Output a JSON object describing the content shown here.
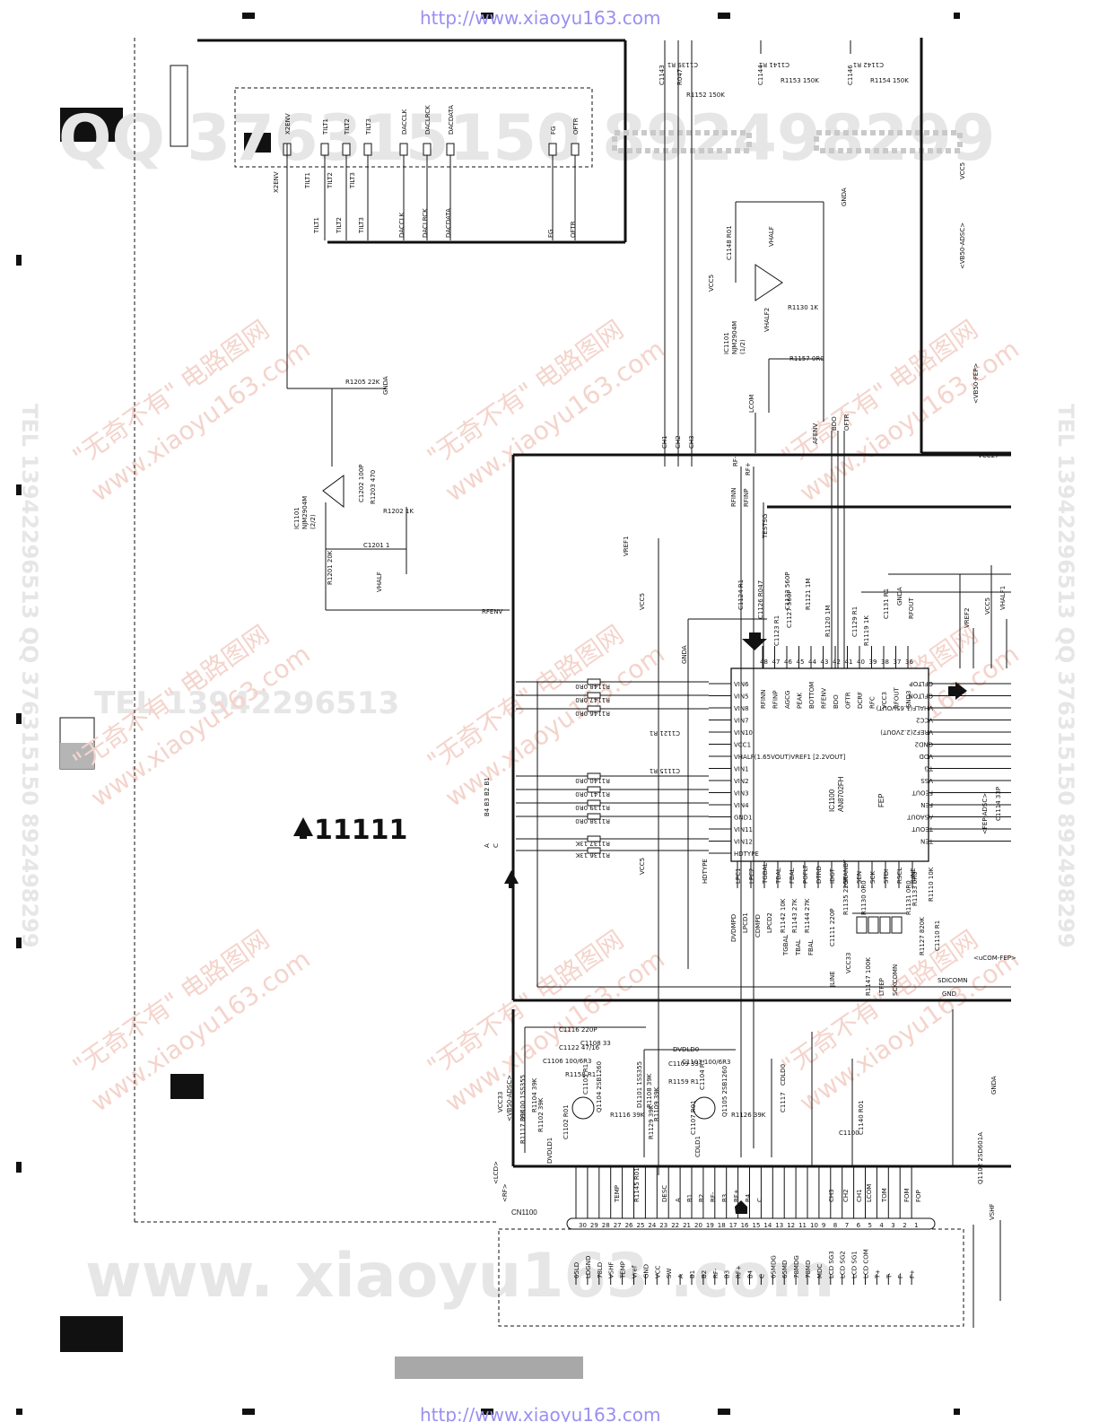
{
  "watermark_urls": {
    "top": "http://www.xiaoyu163.com",
    "bottom": "http://www.xiaoyu163.com"
  },
  "watermarks": {
    "qq_top": "QQ 376315150   892498299",
    "big_bottom": "www. xiaoyu163 .com",
    "tel_right": "TEL 13942296513  QQ 376315150  892498299",
    "tel_left": "TEL 13942296513",
    "tel_mid": "TEL 13942296513  QQ 376315150  892498299",
    "slogan": "\"无奇不有\" 电路图网",
    "site": "www.xiaoyu163.com"
  },
  "section_marker": "11111",
  "connector": {
    "ref": "CN1100",
    "pins": [
      "65LD",
      "LDGND",
      "78LD",
      "VSHF",
      "TEMP",
      "Vref",
      "GND",
      "VCC",
      "SW",
      "A",
      "B1",
      "B2",
      "RF-",
      "B3",
      "RF+",
      "B4",
      "C",
      "65MDG",
      "65MD",
      "78MDG",
      "78MD",
      "MDC",
      "LCD SG3",
      "LCD SG2",
      "LCD SG1",
      "LCD COM",
      "T+",
      "T-",
      "F-",
      "F+"
    ],
    "pin_numbers": [
      "30",
      "29",
      "28",
      "27",
      "26",
      "25",
      "24",
      "23",
      "22",
      "21",
      "20",
      "19",
      "18",
      "17",
      "16",
      "15",
      "14",
      "13",
      "12",
      "11",
      "10",
      "9",
      "8",
      "7",
      "6",
      "5",
      "4",
      "3",
      "2",
      "1"
    ],
    "top_labels": [
      "TEMP",
      "R1145 R01",
      "DESC",
      "A",
      "B1",
      "B2",
      "RF-",
      "B3",
      "RF+",
      "B4",
      "C",
      "CH3",
      "CH2",
      "CH1",
      "LCOM",
      "TOM",
      "FOM",
      "FOP"
    ]
  },
  "ic_main": {
    "ref": "IC1100",
    "part": "AN8702FH",
    "name": "FEP",
    "left_pins": [
      "VIN6",
      "VIN5",
      "VIN8",
      "VIN7",
      "VIN10",
      "VCC1",
      "VHALF(1.65VOUT)VREF1 [2.2VOUT]",
      "VIN1",
      "VIN2",
      "VIN3",
      "VIN4",
      "GND1",
      "VIN11",
      "VIN12",
      "HDTYPE"
    ],
    "top_pins": [
      "RFINN",
      "RFINP",
      "AGCG",
      "PEAK",
      "BOTTOM",
      "RFENV",
      "BDO",
      "OFTR",
      "DCRF",
      "RFC",
      "VCC3",
      "RFOUT",
      "GND3"
    ],
    "top_pin_numbers": [
      "48",
      "47",
      "46",
      "45",
      "44",
      "43",
      "42",
      "41",
      "40",
      "39",
      "38",
      "37",
      "36"
    ],
    "right_pins": [
      "OFLTOP",
      "OFLTON",
      "VHALF(1.65VOUT)",
      "VCC2",
      "VREF2(2.2VOUT)",
      "GND2",
      "VDD",
      "TG",
      "VSS",
      "FEOUT",
      "FEN",
      "ASAOUT",
      "TEOUT",
      "TEN"
    ],
    "bottom_pins": [
      "LPC1",
      "LPC2",
      "TGBAL",
      "TBAL",
      "FBAL",
      "POFLT",
      "DTRD",
      "IDGT",
      "STANBY",
      "SEN",
      "SCK",
      "STDI",
      "RSCL",
      "JLINE"
    ]
  },
  "ic_opamps": [
    {
      "ref": "IC1101",
      "part": "NJM2904M",
      "unit": "(1/2)"
    },
    {
      "ref": "IC1101",
      "part": "NJM2904M",
      "unit": "(2/2)"
    }
  ],
  "top_signal_block": {
    "labels": [
      "X2ENV",
      "TILT1",
      "TILT2",
      "TILT3",
      "DACCLK",
      "DACLRCK",
      "DACDATA",
      "FG",
      "OFTR"
    ],
    "lower_labels": [
      "X2ENV",
      "TILT1",
      "TILT2",
      "TILT3",
      "TILT1",
      "TILT2",
      "TILT3",
      "DACCLK",
      "DACLRCK",
      "DACDATA",
      "FG",
      "OFTR"
    ]
  },
  "component_labels": [
    "R1205 22K",
    "GNDA",
    "C1202 100P",
    "R1203 470",
    "R1202 1K",
    "C1201 1",
    "R1201 20K",
    "VHALF",
    "RFENV",
    "C1148 R01",
    "VHALF",
    "VCC5",
    "R1130 1K",
    "VHALF2",
    "R1157 0R0",
    "LCOM",
    "GNDA",
    "C1143",
    "C1144",
    "C1146",
    "R047",
    "R1152 150K",
    "R1153 150K",
    "R1154 150K",
    "C1139 R1",
    "C1141 R1",
    "C1142 R1",
    "CH1",
    "CH2",
    "CH3",
    "RF-",
    "RF+",
    "AFENV",
    "BDO",
    "OFTR",
    "RFINN",
    "RFINP",
    "TESTSG",
    "VREF1",
    "VCC5",
    "GNDA",
    "C1124 R1",
    "C1126 R047",
    "C1123 R1",
    "C1127 560P",
    "C1133 560P",
    "R1121 1M",
    "R1120 1M",
    "C1129 R1",
    "R1119 1K",
    "C1131 R1",
    "GNDA",
    "RFOUT",
    "VREF2",
    "VCC5",
    "VHALF1",
    "R1148 0R0",
    "R1147 0R0",
    "R1146 0R0",
    "C1121 R1",
    "C1115 R1",
    "R1140 0R0",
    "R1141 0R0",
    "R1139 0R0",
    "R1138 0R0",
    "R1137 13K",
    "R1136 13K",
    "B4 B3 B2 B1",
    "A",
    "C",
    "VCC5",
    "HDTYPE",
    "DVDMPD",
    "LPCD1",
    "CDMPD",
    "LPCD2",
    "R1142 10K",
    "R1143 27K",
    "R1144 27K",
    "TGBAL",
    "TBAL",
    "FBAL",
    "C1111 220P",
    "R1135 220K",
    "R1130 0R0",
    "R1131 0R0",
    "R1133 0R0",
    "R1110 10K",
    "C1110 R1",
    "R1127 820K",
    "JLINE",
    "VCC33",
    "R1147 100K",
    "LTFEP",
    "SCKCOMN",
    "SDICOMN",
    "GND",
    "<uCOM-FEP>",
    "<FEP-ADSC>",
    "C1114 33P",
    "C1116 220P",
    "C1122 47/16",
    "C1108 33",
    "C1106 100/6R3",
    "R1158 R1",
    "C1105 R1",
    "Q1104 2SB1260",
    "D1100 1SS355",
    "R1104 39K",
    "R1102 39K",
    "R1117 39K",
    "R1116 39K",
    "C1102 R01",
    "DVDLD1",
    "DVDLD0",
    "C1103 100/6R3",
    "C1109 33",
    "R1159 R1",
    "C1104 R1",
    "Q1105 2SB1260",
    "D1101 1SS355",
    "R1108 39K",
    "R1109 39K",
    "R1129 39K",
    "R1126 39K",
    "C1107 R01",
    "CDLD1",
    "CDLD0",
    "C1117",
    "C1100",
    "C1140 R01",
    "GNDA",
    "Q1102 2SD601A",
    "VSHF",
    "VCC5",
    "<VB50-ADSC>",
    "<VB50-FEP>",
    "VCC27",
    "VCC33",
    "<VB50-ADSC>",
    "<RF>",
    "<LCD>",
    "<RF>",
    "<LCD>"
  ]
}
